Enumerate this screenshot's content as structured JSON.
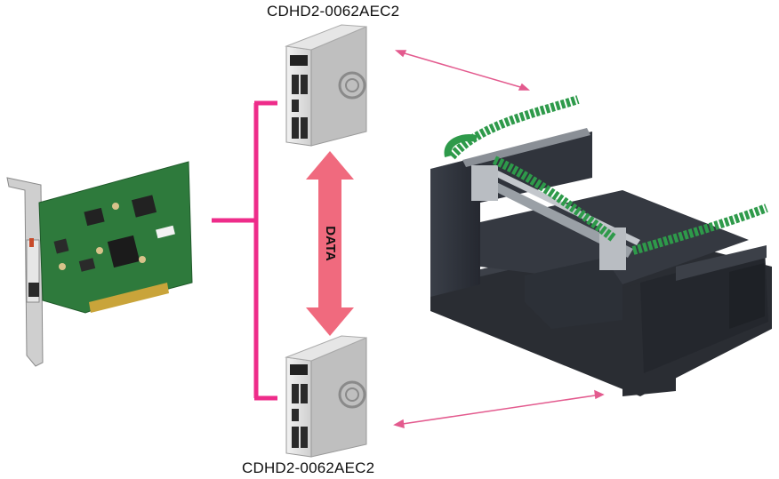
{
  "drives": {
    "top_label": "CDHD2-0062AEC2",
    "bottom_label": "CDHD2-0062AEC2"
  },
  "link": {
    "data_label": "DATA"
  },
  "colors": {
    "bracket": "#ee2c8a",
    "data_arrow": "#f06a7e",
    "connector_arrow": "#e35a8e",
    "pcb_green": "#2e7a3c",
    "drive_body": "#d9d9d9",
    "machine_frame": "#2b2f36",
    "cable_chain": "#2e9a4a"
  }
}
